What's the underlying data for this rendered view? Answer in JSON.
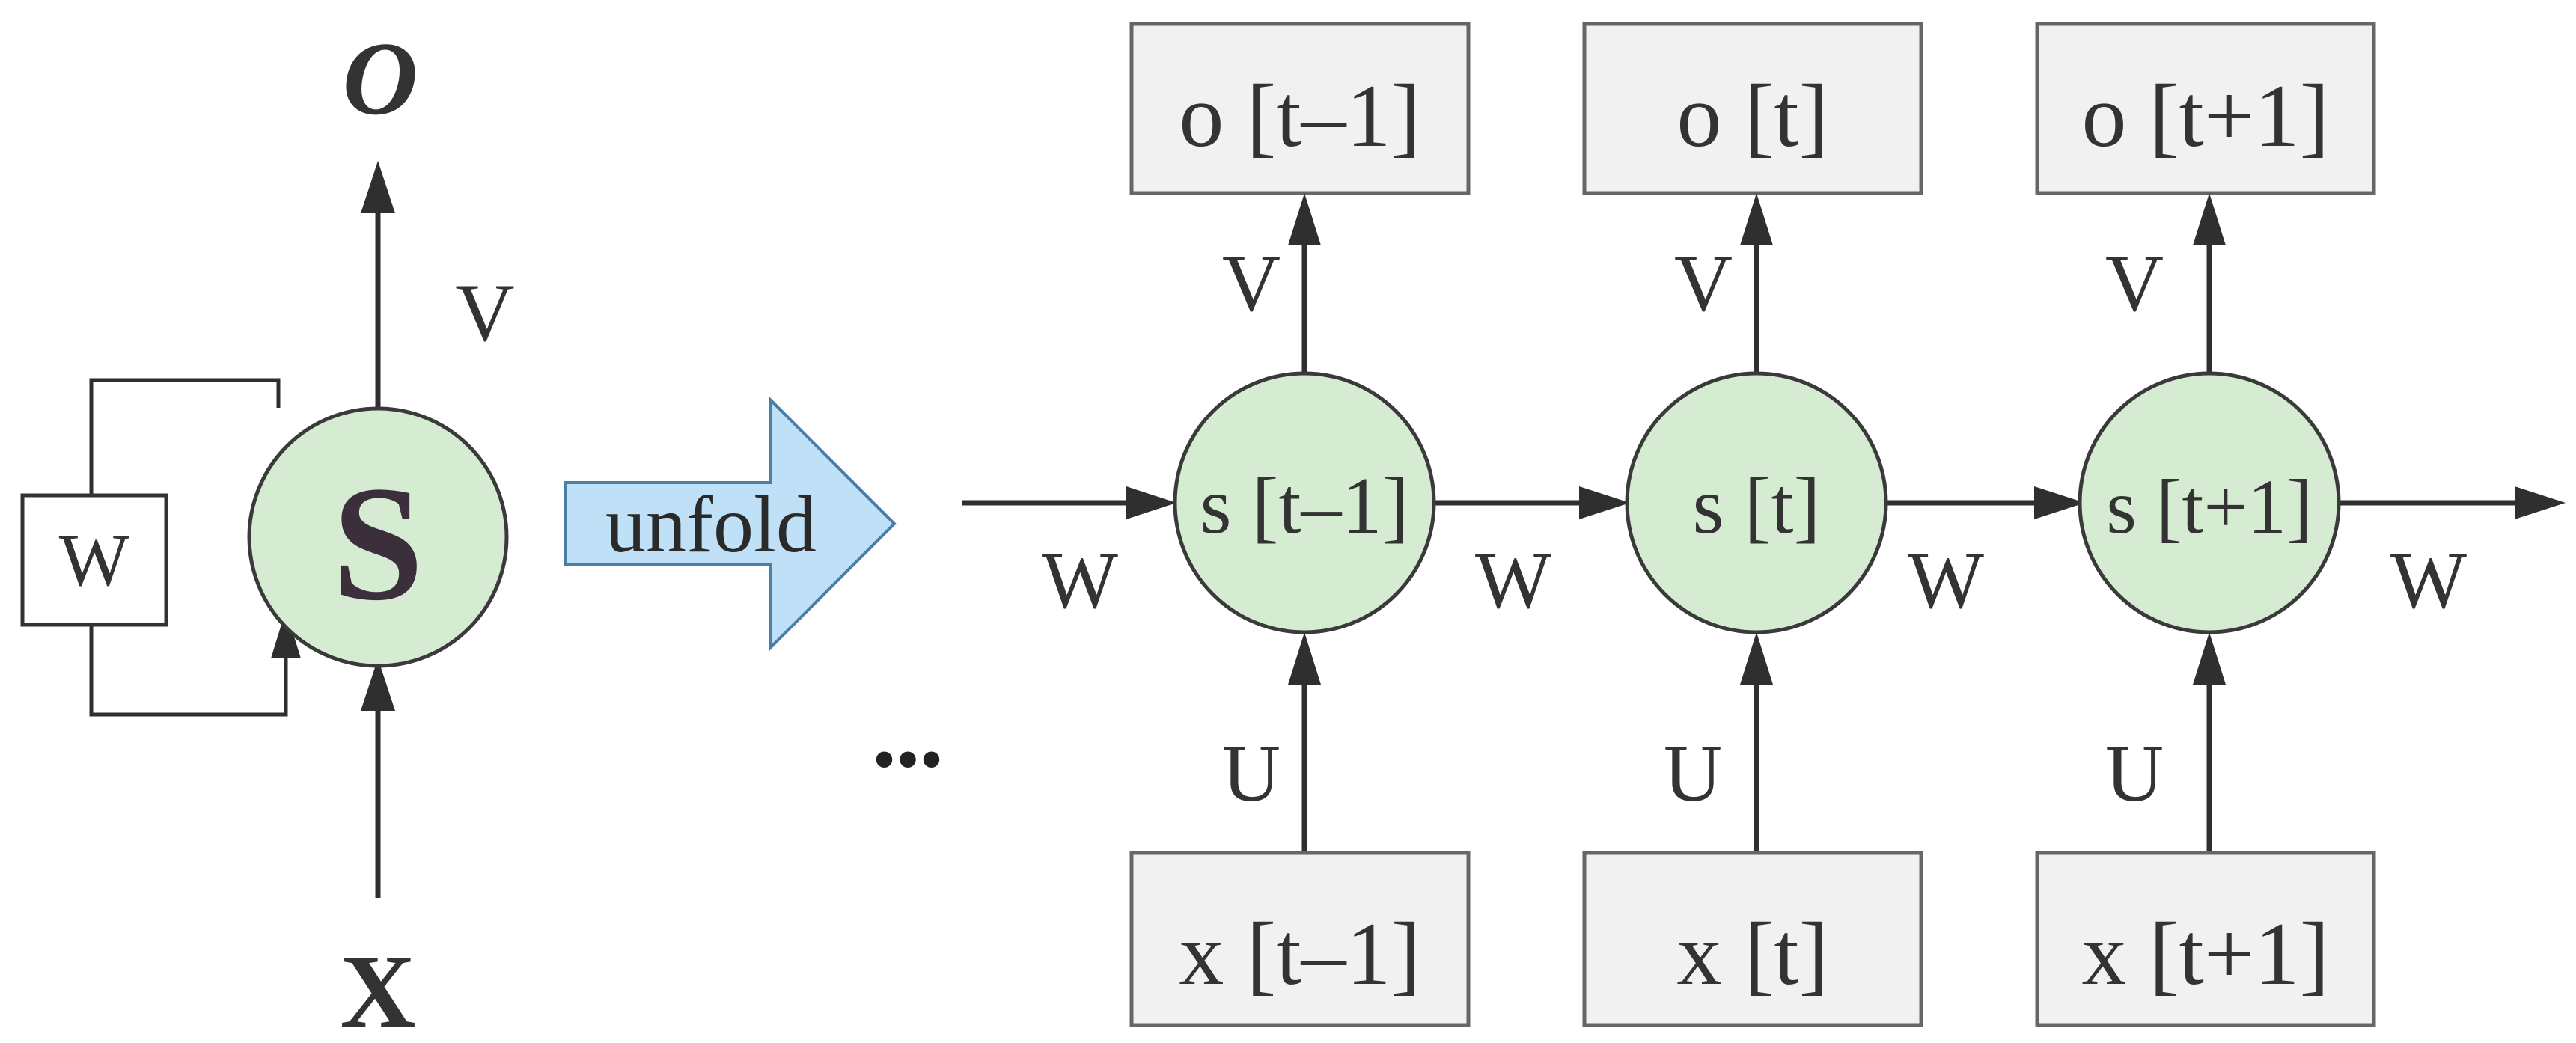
{
  "folded": {
    "output_label": "O",
    "state_label": "S",
    "input_label": "X",
    "v_label": "V",
    "w_box_label": "W"
  },
  "unfold_arrow": {
    "label": "unfold",
    "color": "#bfe0f7"
  },
  "ellipsis": "•••",
  "unfolded": {
    "incoming_w": "W",
    "steps": [
      {
        "output": "o [t–1]",
        "state": "s [t–1]",
        "input": "x [t–1]",
        "v": "V",
        "u": "U",
        "w": "W"
      },
      {
        "output": "o [t]",
        "state": "s [t]",
        "input": "x [t]",
        "v": "V",
        "u": "U",
        "w": "W"
      },
      {
        "output": "o [t+1]",
        "state": "s [t+1]",
        "input": "x [t+1]",
        "v": "V",
        "u": "U",
        "w": "W"
      }
    ]
  },
  "colors": {
    "node_fill": "#d5ebd2",
    "box_fill": "#f1f1f1",
    "line": "#2f2f2f"
  }
}
